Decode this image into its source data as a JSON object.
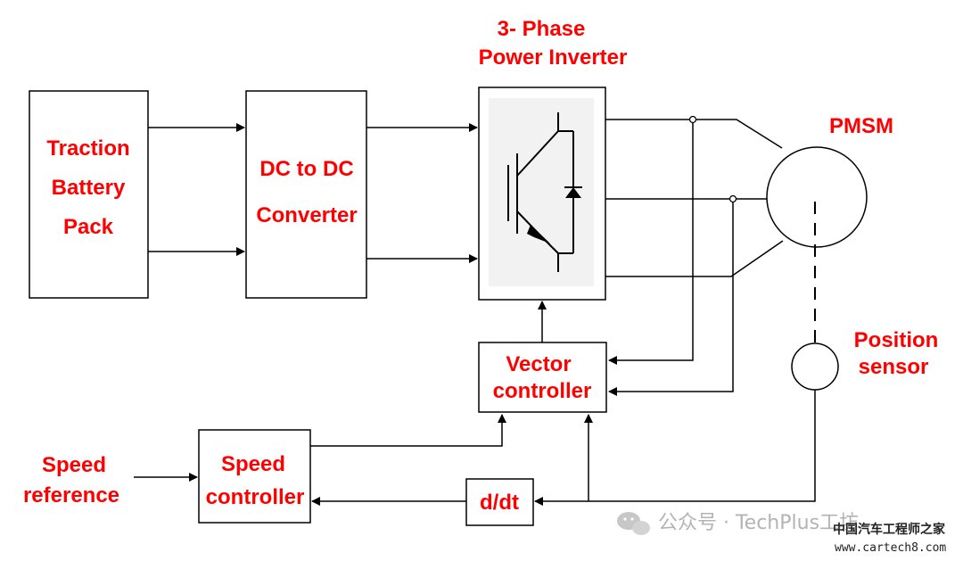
{
  "labels": {
    "inverter_title_1": "3- Phase",
    "inverter_title_2": "Power Inverter",
    "battery_1": "Traction",
    "battery_2": "Battery",
    "battery_3": "Pack",
    "dcdc_1": "DC to DC",
    "dcdc_2": "Converter",
    "pmsm": "PMSM",
    "position_1": "Position",
    "position_2": "sensor",
    "vector_1": "Vector",
    "vector_2": "controller",
    "speed_ctrl_1": "Speed",
    "speed_ctrl_2": "controller",
    "speed_ref_1": "Speed",
    "speed_ref_2": "reference",
    "ddt": "d/dt"
  },
  "watermark": {
    "text": "公众号 · TechPlus工坊",
    "site_cn": "中国汽车工程师之家",
    "site_url": "www.cartech8.com"
  },
  "colors": {
    "label": "#ff0000",
    "line": "#000000",
    "inverter_fill": "#f2f2f2"
  }
}
